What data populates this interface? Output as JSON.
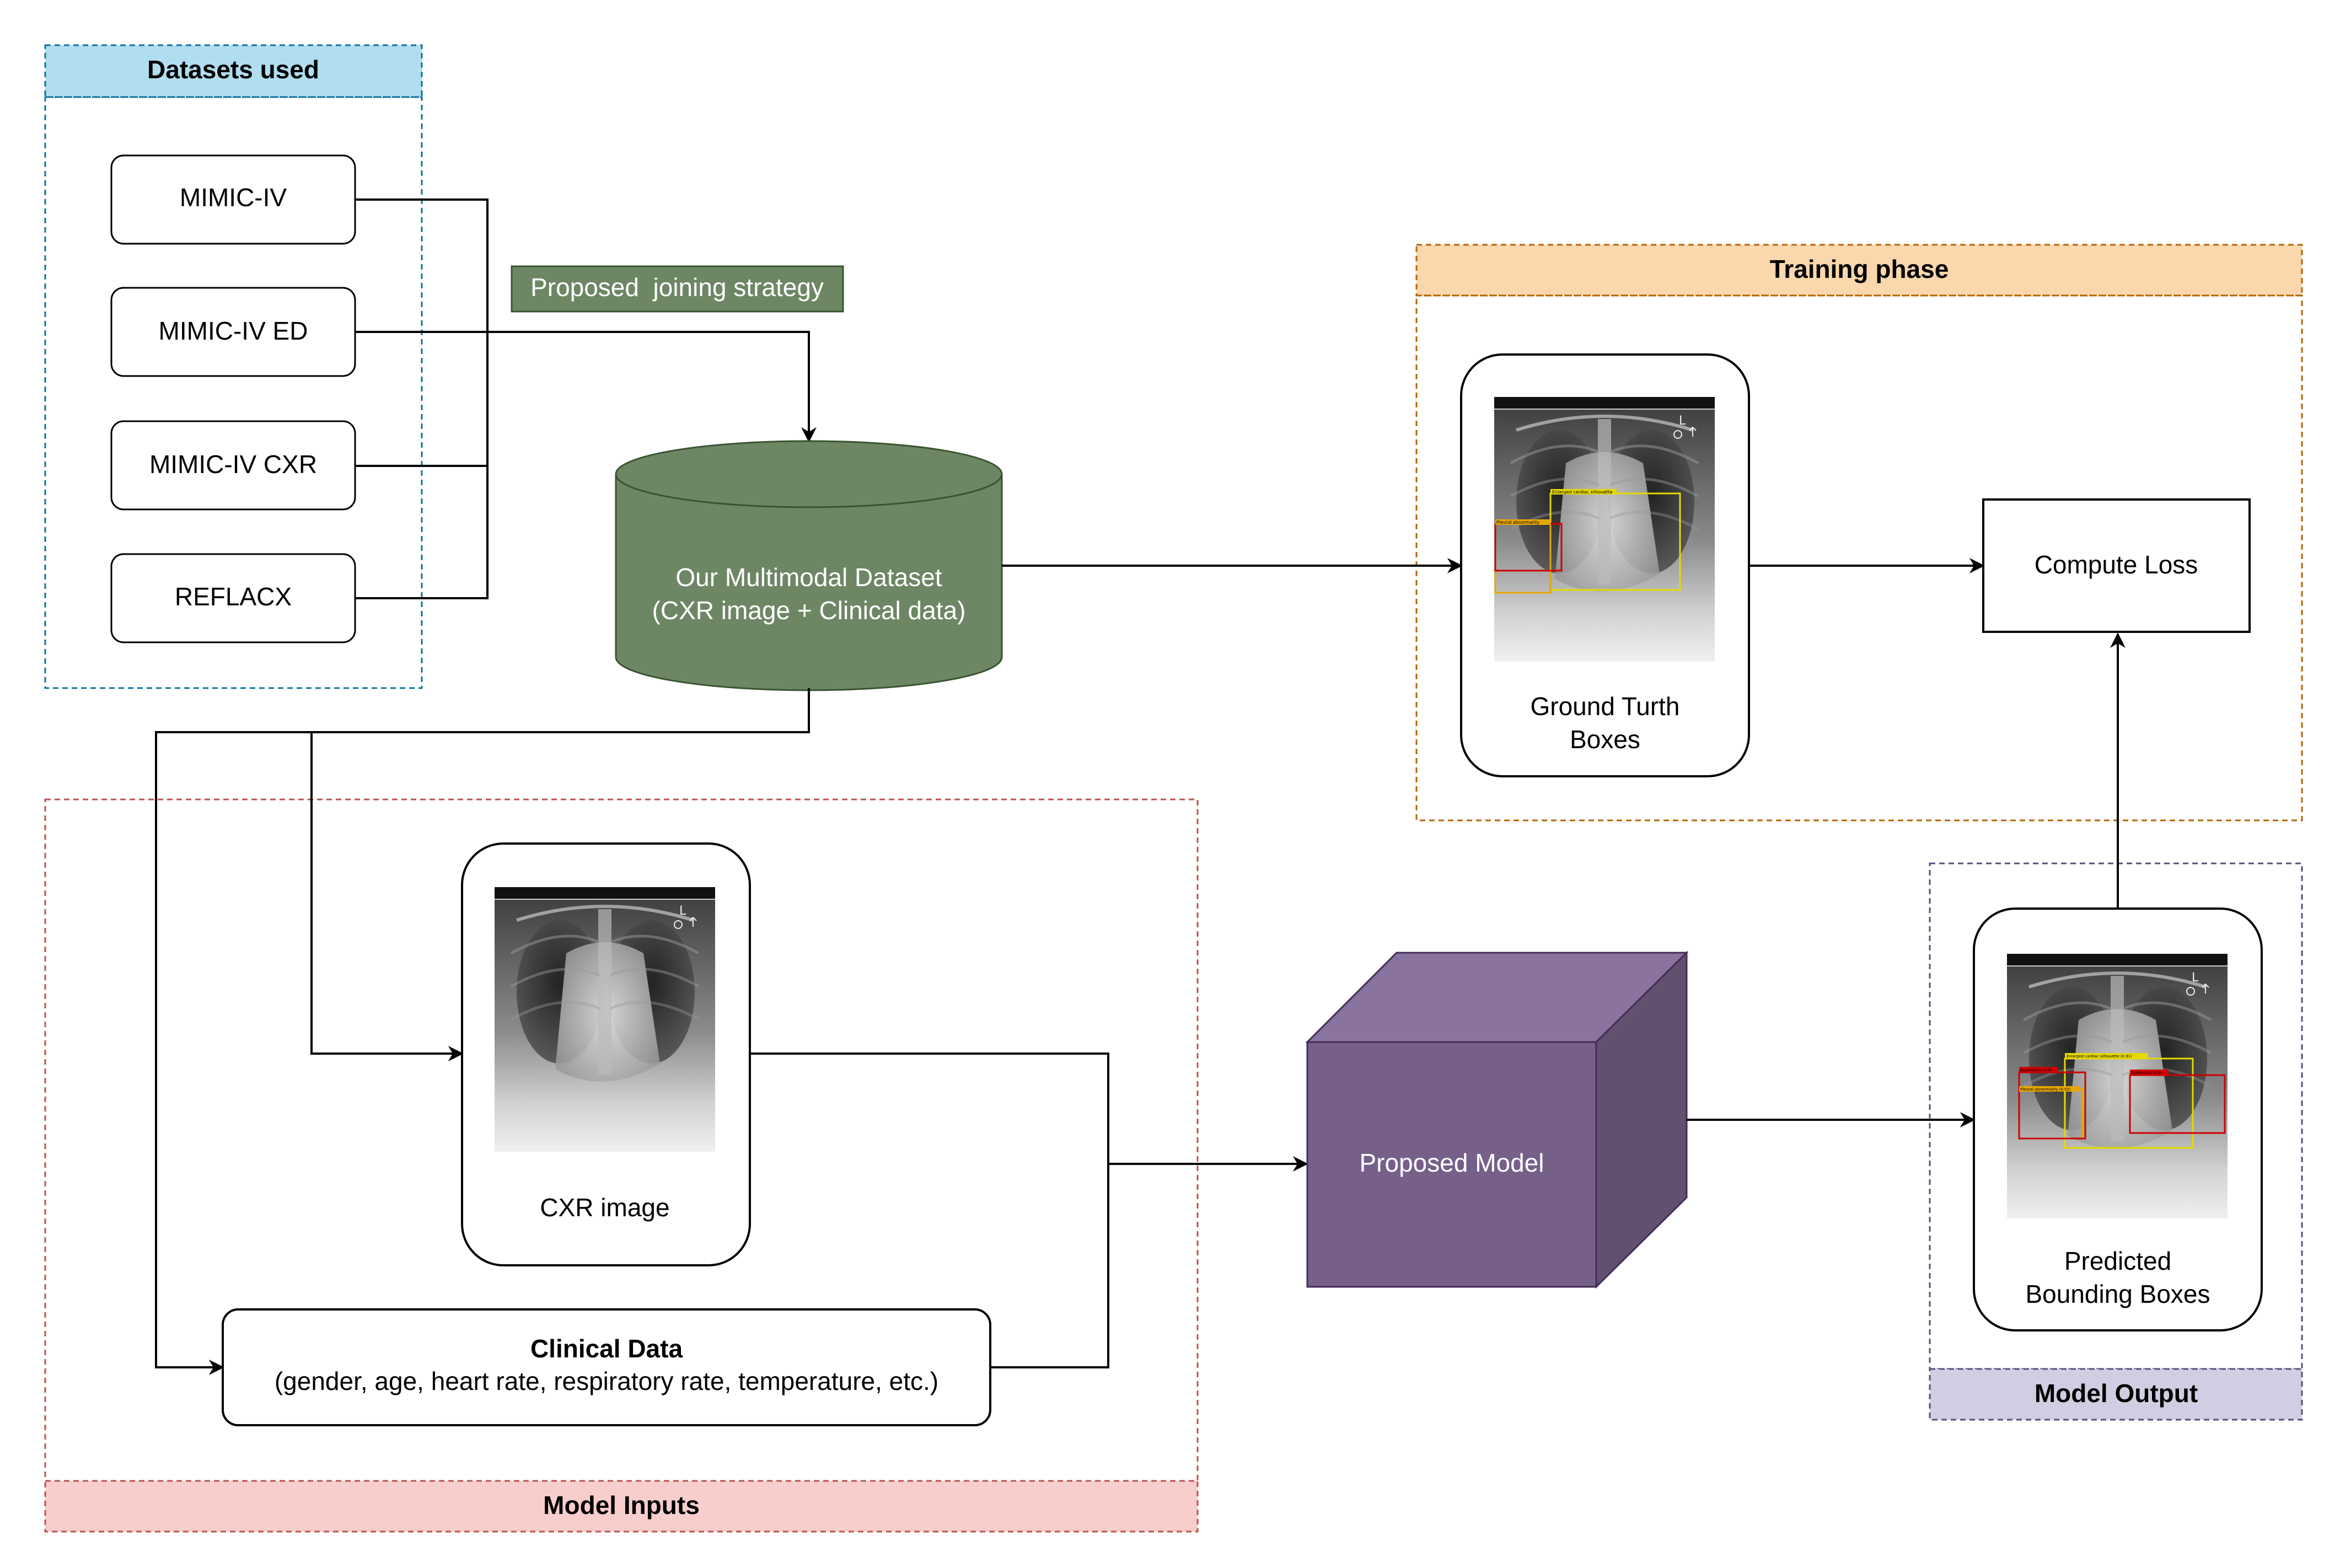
{
  "datasets": {
    "title": "Datasets used",
    "items": [
      "MIMIC-IV",
      "MIMIC-IV ED",
      "MIMIC-IV CXR",
      "REFLACX"
    ]
  },
  "join_label": "Proposed  joining strategy",
  "multimodal": {
    "line1": "Our Multimodal Dataset",
    "line2": "(CXR image + Clinical data)"
  },
  "training": {
    "title": "Training phase",
    "gt_line1": "Ground Turth",
    "gt_line2": "Boxes",
    "loss": "Compute Loss"
  },
  "inputs": {
    "title": "Model Inputs",
    "cxr_label": "CXR image",
    "clinical_title": "Clinical Data",
    "clinical_sub": "(gender, age, heart rate, respiratory rate, temperature, etc.)"
  },
  "model": "Proposed Model",
  "output": {
    "title": "Model Output",
    "pred_line1": "Predicted",
    "pred_line2": "Bounding Boxes"
  },
  "xray_annotations": {
    "gt": [
      "Enlarged cardiac silhouette",
      "Pleural abnormality"
    ],
    "pred": [
      "Enlarged cardiac silhouette (0.91)",
      "Atelectasis (0.6)",
      "Pleural abnormality (0.52)",
      "Atelectasis (0.6)"
    ]
  },
  "colors": {
    "datasets_header": "#b1ddf0",
    "datasets_border": "#10739e",
    "training_header": "#fad7ac",
    "training_border": "#b46504",
    "inputs_header": "#f8cecc",
    "inputs_border": "#b85450",
    "output_header": "#d0cee2",
    "output_border": "#56517e",
    "green": "#6d8764",
    "purple": "#76608a"
  }
}
